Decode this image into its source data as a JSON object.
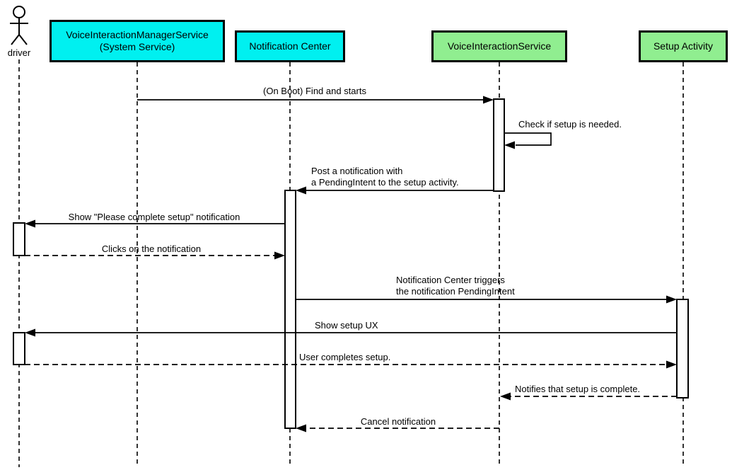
{
  "diagram": {
    "kind": "uml-sequence",
    "actor": {
      "label": "driver"
    },
    "participants": [
      {
        "label": "VoiceInteractionManagerService\n(System Service)",
        "fill": "#00F0F0",
        "role": "system-service"
      },
      {
        "label": "Notification Center",
        "fill": "#00F0F0",
        "role": "system-service"
      },
      {
        "label": "VoiceInteractionService",
        "fill": "#90EE90",
        "role": "app-component"
      },
      {
        "label": "Setup Activity",
        "fill": "#90EE90",
        "role": "app-component"
      }
    ],
    "messages": [
      {
        "label": "(On Boot) Find and starts",
        "from": "VoiceInteractionManagerService (System Service)",
        "to": "VoiceInteractionService",
        "line": "solid"
      },
      {
        "label": "Check if setup is needed.",
        "from": "VoiceInteractionService",
        "to": "VoiceInteractionService",
        "line": "solid-self"
      },
      {
        "label": "Post a notification with\na PendingIntent to the setup activity.",
        "from": "VoiceInteractionService",
        "to": "Notification Center",
        "line": "solid"
      },
      {
        "label": "Show \"Please complete setup\" notification",
        "from": "Notification Center",
        "to": "driver",
        "line": "solid"
      },
      {
        "label": "Clicks on the notification",
        "from": "driver",
        "to": "Notification Center",
        "line": "dashed"
      },
      {
        "label": "Notification Center triggers\nthe notification PendingIntent",
        "from": "Notification Center",
        "to": "Setup Activity",
        "line": "solid"
      },
      {
        "label": "Show setup UX",
        "from": "Setup Activity",
        "to": "driver",
        "line": "solid"
      },
      {
        "label": "User completes setup.",
        "from": "driver",
        "to": "Setup Activity",
        "line": "dashed"
      },
      {
        "label": "Notifies that setup is complete.",
        "from": "Setup Activity",
        "to": "VoiceInteractionService",
        "line": "dashed"
      },
      {
        "label": "Cancel notification",
        "from": "VoiceInteractionService",
        "to": "Notification Center",
        "line": "dashed"
      }
    ],
    "colors": {
      "system_service_fill": "#00F0F0",
      "app_component_fill": "#90EE90",
      "stroke": "#000000",
      "background": "#FFFFFF"
    }
  }
}
